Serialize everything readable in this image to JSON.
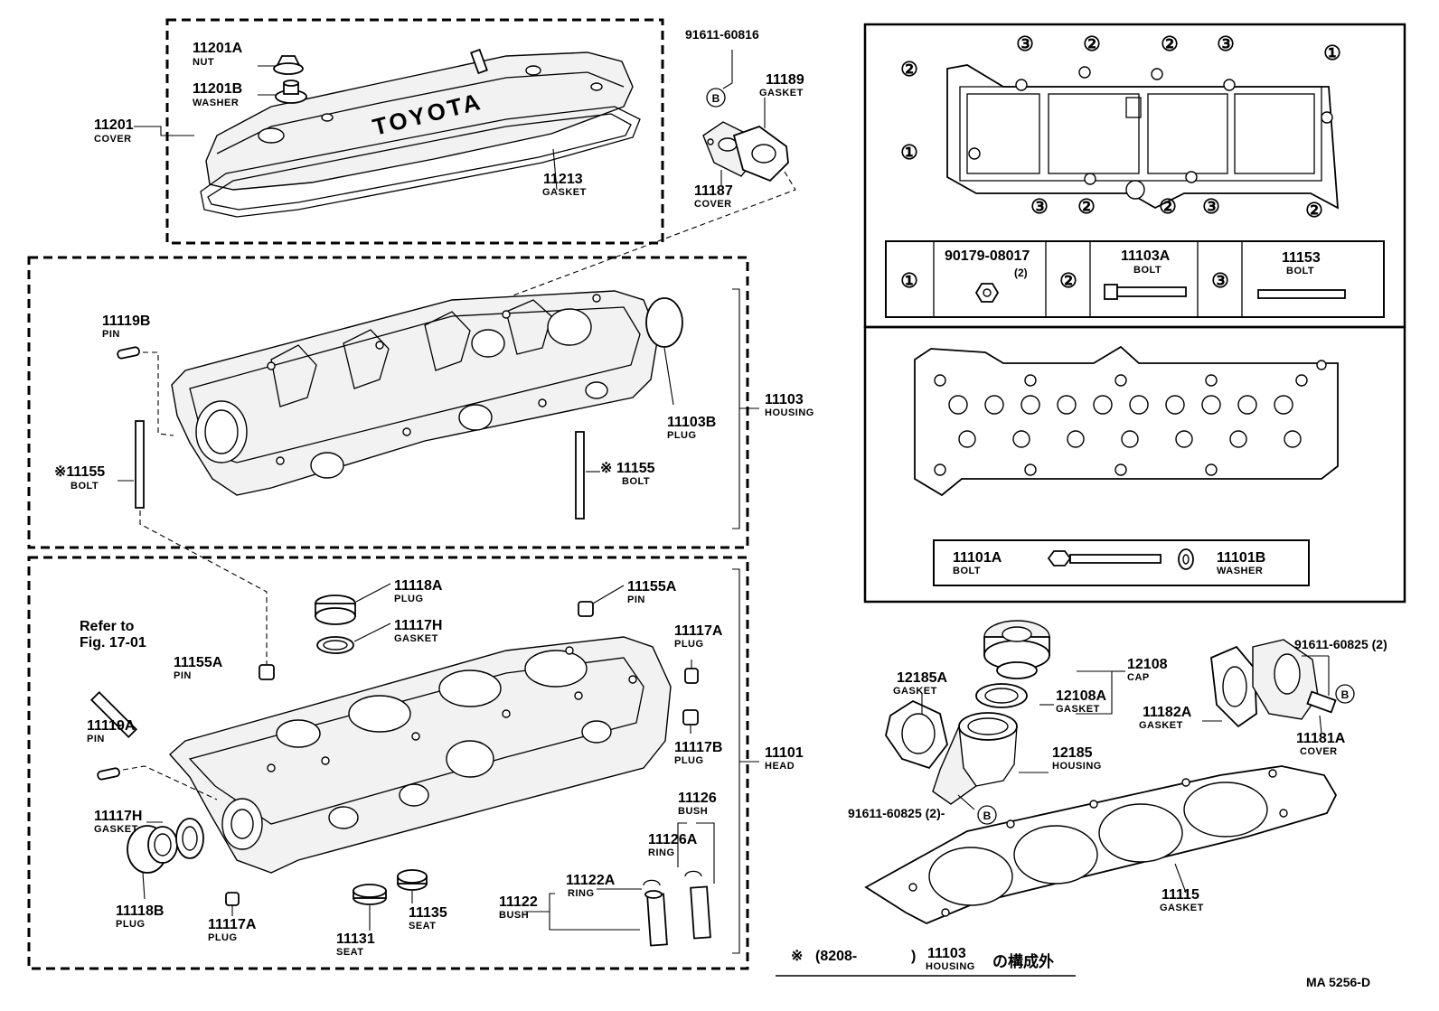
{
  "diagram_id": "MA 5256-D",
  "labels": {
    "l11201A": {
      "num": "11201A",
      "desc": "NUT"
    },
    "l11201B": {
      "num": "11201B",
      "desc": "WASHER"
    },
    "l11201": {
      "num": "11201",
      "desc": "COVER"
    },
    "l11213": {
      "num": "11213",
      "desc": "GASKET"
    },
    "l91611_816": {
      "num": "91611-60816"
    },
    "l11189": {
      "num": "11189",
      "desc": "GASKET"
    },
    "l11187": {
      "num": "11187",
      "desc": "COVER"
    },
    "l11119B": {
      "num": "11119B",
      "desc": "PIN"
    },
    "l11155L": {
      "num": "※11155",
      "desc": "BOLT"
    },
    "l11155R": {
      "num": "※ 11155",
      "desc": "BOLT"
    },
    "l11103B": {
      "num": "11103B",
      "desc": "PLUG"
    },
    "l11103": {
      "num": "11103",
      "desc": "HOUSING"
    },
    "l11118A": {
      "num": "11118A",
      "desc": "PLUG"
    },
    "l11117Ht": {
      "num": "11117H",
      "desc": "GASKET"
    },
    "l11155A1": {
      "num": "11155A",
      "desc": "PIN"
    },
    "l11155A2": {
      "num": "11155A",
      "desc": "PIN"
    },
    "l11117At": {
      "num": "11117A",
      "desc": "PLUG"
    },
    "l11117B": {
      "num": "11117B",
      "desc": "PLUG"
    },
    "l11101": {
      "num": "11101",
      "desc": "HEAD"
    },
    "l11119A": {
      "num": "11119A",
      "desc": "PIN"
    },
    "l11117Hb": {
      "num": "11117H",
      "desc": "GASKET"
    },
    "l11118B": {
      "num": "11118B",
      "desc": "PLUG"
    },
    "l11117Ab": {
      "num": "11117A",
      "desc": "PLUG"
    },
    "l11131": {
      "num": "11131",
      "desc": "SEAT"
    },
    "l11135": {
      "num": "11135",
      "desc": "SEAT"
    },
    "l11122": {
      "num": "11122",
      "desc": "BUSH"
    },
    "l11122A": {
      "num": "11122A",
      "desc": "RING"
    },
    "l11126": {
      "num": "11126",
      "desc": "BUSH"
    },
    "l11126A": {
      "num": "11126A",
      "desc": "RING"
    },
    "l12185A": {
      "num": "12185A",
      "desc": "GASKET"
    },
    "l12108": {
      "num": "12108",
      "desc": "CAP"
    },
    "l12108A": {
      "num": "12108A",
      "desc": "GASKET"
    },
    "l12185": {
      "num": "12185",
      "desc": "HOUSING"
    },
    "l11182A": {
      "num": "11182A",
      "desc": "GASKET"
    },
    "l11181A": {
      "num": "11181A",
      "desc": "COVER"
    },
    "l11115": {
      "num": "11115",
      "desc": "GASKET"
    },
    "l11101A": {
      "num": "11101A",
      "desc": "BOLT"
    },
    "l11101B": {
      "num": "11101B",
      "desc": "WASHER"
    },
    "l91611_825L": {
      "num": "91611-60825 (2)-"
    },
    "l91611_825R": {
      "num": "91611-60825 (2)"
    }
  },
  "refer": {
    "line1": "Refer to",
    "line2": "Fig. 17-01"
  },
  "bolt_table": [
    {
      "key": "①",
      "part": "90179-08017",
      "qty": "(2)",
      "desc": ""
    },
    {
      "key": "②",
      "part": "11103A",
      "qty": "",
      "desc": "BOLT"
    },
    {
      "key": "③",
      "part": "11153",
      "qty": "",
      "desc": "BOLT"
    }
  ],
  "markers": {
    "one": "①",
    "two": "②",
    "three": "③",
    "b": "B"
  },
  "footnote": {
    "mark": "※",
    "date": "(8208-",
    "close": ")",
    "num": "11103",
    "desc": "HOUSING",
    "jp": "の構成外"
  }
}
